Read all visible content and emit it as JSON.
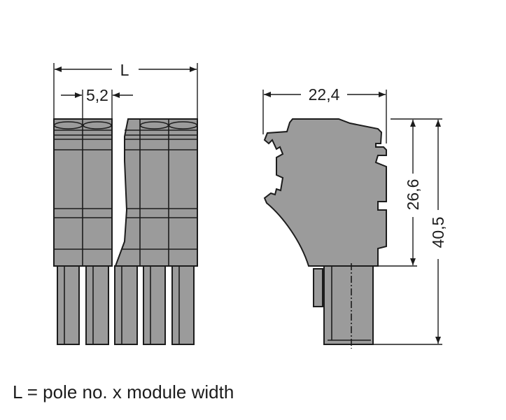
{
  "dimensions": {
    "length_label": "L",
    "module_width": "5,2",
    "depth": "22,4",
    "body_height": "26,6",
    "total_height": "40,5"
  },
  "caption": "L = pole no. x module width",
  "colors": {
    "body": "#9b9b9b",
    "line": "#1c1c1c"
  }
}
